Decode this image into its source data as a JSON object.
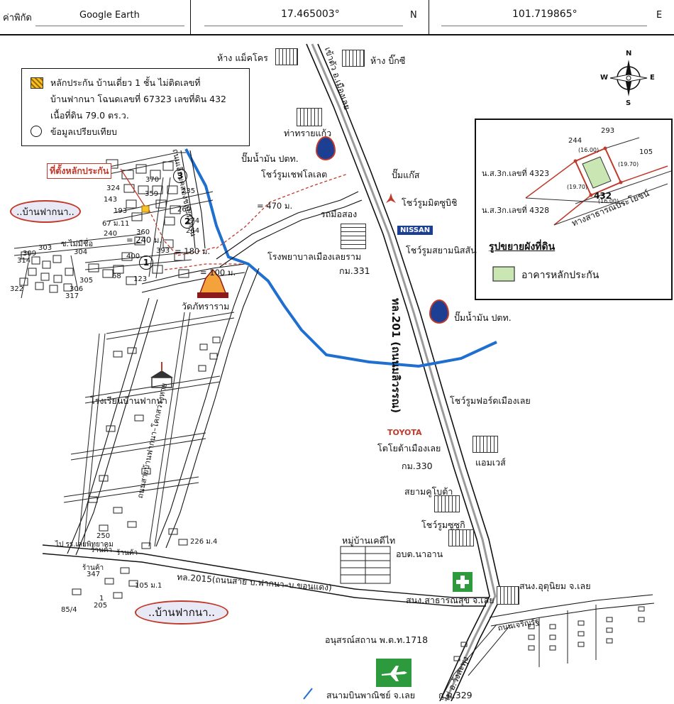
{
  "header": {
    "label": "ค่าพิกัด",
    "source": "Google Earth",
    "latitude": "17.465003°",
    "lat_hem": "N",
    "longitude": "101.719865°",
    "lon_hem": "E"
  },
  "legend": {
    "item1_line1": "หลักประกัน บ้านเดี่ยว 1 ชั้น ไม่ติดเลขที่",
    "item1_line2": "บ้านฟากนา โฉนดเลขที่ 67323 เลขที่ดิน 432",
    "item1_line3": "เนื้อที่ดิน 79.0 ตร.ว.",
    "item2": "ข้อมูลเปรียบเทียบ"
  },
  "compass": {
    "n": "N",
    "s": "S",
    "e": "E",
    "w": "W"
  },
  "inset": {
    "plot_no": "432",
    "neighbors": [
      "244",
      "293",
      "105"
    ],
    "dim_top": "(16.00)",
    "dim_right": "(19.70)",
    "dim_left": "(19.70)",
    "dim_bottom": "(16.00)",
    "deed_a": "น.ส.3ก.เลขที่ 4323",
    "deed_b": "น.ส.3ก.เลขที่ 4328",
    "road": "ทางสาธารณประโยชน์",
    "title": "รูปขยายผังที่ดิน",
    "building_label": "อาคารหลักประกัน"
  },
  "places": {
    "makro": "ห้าง แม็คโคร",
    "bigc": "ห้าง บิ๊กซี",
    "tha_sai_kaeo": "ท่าทรายแก้ว",
    "ptt1": "ปั๊มน้ำมัน ปตท.",
    "chevrolet": "โชว์รูมเชฟโลเลต",
    "gas": "ปั๊มแก๊ส",
    "mitsubishi": "โชว์รูมมิตซูบิชิ",
    "used_cars": "รถมือสอง",
    "nissan_logo": "NISSAN",
    "nissan": "โชว์รูมสยามนิสสัน",
    "hospital": "โรงพยาบาลเมืองเลยราม",
    "km331": "กม.331",
    "ptt2": "ปั๊มน้ำมัน ปตท.",
    "temple": "วัดภัทราราม",
    "school": "โรงเรียนบ้านฟากนา",
    "ford": "โชว์รูมฟอร์ดเมืองเลย",
    "toyota_logo": "TOYOTA",
    "toyota": "โตโยต้าเมืองเลย",
    "amway": "แอมเวส์",
    "km330": "กม.330",
    "kubota": "สยามคูโบต้า",
    "isuzu": "โชว์รูมซูซูกิ",
    "village": "หมู่บ้านเคดีไท",
    "sao": "อบต.นาอาน",
    "health": "สนง.สาธารณสุข จ.เลย",
    "meteo": "สนง.อุตุนิยม จ.เลย",
    "monument": "อนุสรณ์สถาน พ.ต.ท.1718",
    "airport": "สนามบินพาณิชย์ จ.เลย",
    "km329": "ก.ม.329",
    "collateral_pin": "ที่ตั้งหลักประกัน",
    "banfakna_top": "..บ้านฟากนา..",
    "banfakna_bottom": "..บ้านฟากนา..",
    "shop1": "ร้านค้า",
    "shop2": "ร้านค้า",
    "shop3": "ร้านค้า"
  },
  "roads": {
    "hwy201": "ทล.201 (ถนนมลิวรรณ)",
    "hwy201_north": "เข้าตัว อ.เมืองเลย",
    "hwy201_south": "ไป อ.วังสะพุง",
    "hwy2015": "ทล.2015(ถนนสาย บ.ฟากนา–บ.ขอนแดง)",
    "canal_road": "ถนนเลียบคลองชลประทาน",
    "fakna_road": "ถนนสายบ้านฟากนา–โคกสว่างหาย",
    "charoenrat": "ถนนเจริญรัฐ",
    "to_school": "ไป รร.เลยพิทยาคม",
    "alley": "ซ.ไม่มีชื่อ",
    "d240": "= 240 ม.",
    "d180": "= 180 ม.",
    "d100": "= 100 ม.",
    "d470": "= 470 ม."
  },
  "comparables": [
    "1",
    "2",
    "3"
  ],
  "parcels": [
    "324",
    "143",
    "193",
    "67 ม.11",
    "240",
    "370",
    "359",
    "235",
    "260",
    "174",
    "264",
    "360",
    "393",
    "400",
    "68",
    "123",
    "309",
    "303",
    "304",
    "314",
    "305",
    "306",
    "317",
    "322",
    "250",
    "347",
    "205",
    "85/4",
    "226 ม.4",
    "105 ม.1",
    "1"
  ],
  "colors": {
    "canal": "#1f6fd1",
    "accent": "#c0392b",
    "ptt_blue": "#1c3f94"
  }
}
